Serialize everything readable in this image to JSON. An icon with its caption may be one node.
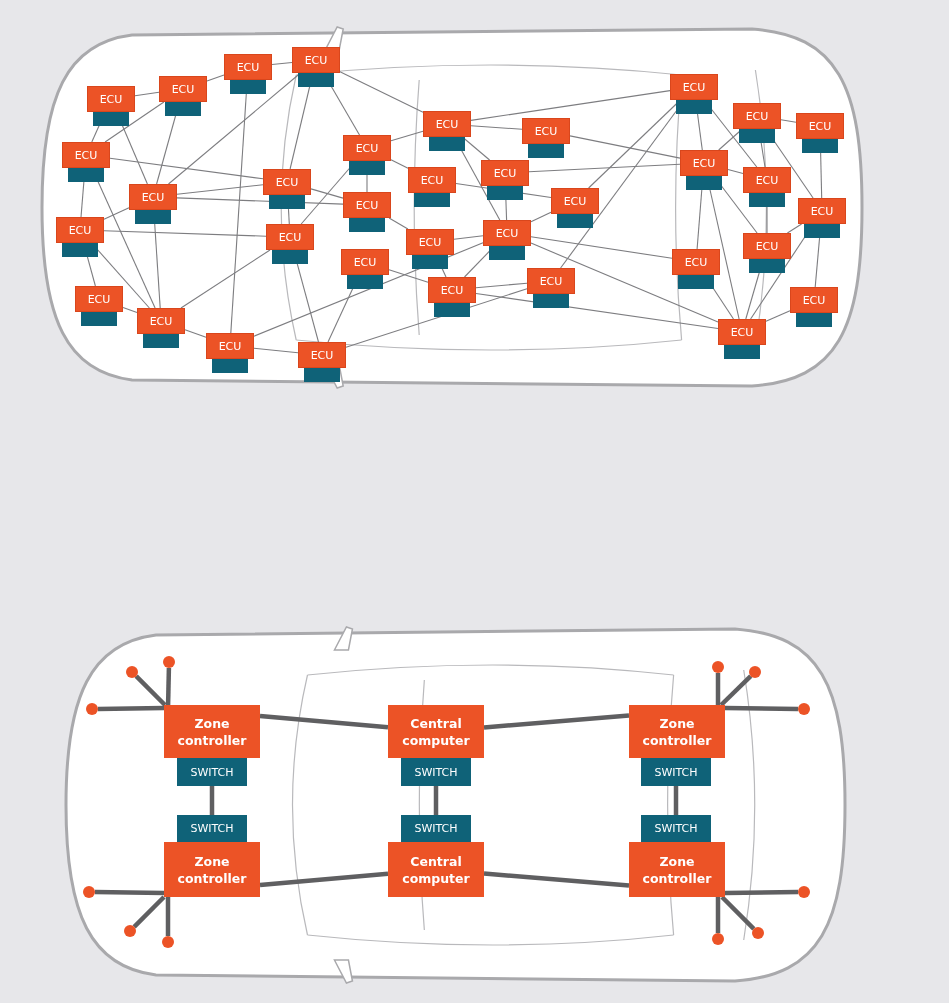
{
  "diagram": {
    "nodes": [
      {
        "text": [
          "ECU"
        ]
      },
      {
        "text": [
          "ECU"
        ]
      },
      {
        "text": [
          "ECU"
        ]
      },
      {
        "text": [
          "ECU"
        ]
      },
      {
        "text": [
          "ECU"
        ]
      },
      {
        "text": [
          "ECU"
        ]
      },
      {
        "text": [
          "ECU"
        ]
      },
      {
        "text": [
          "ECU"
        ]
      },
      {
        "text": [
          "ECU"
        ]
      },
      {
        "text": [
          "ECU"
        ]
      },
      {
        "text": [
          "ECU"
        ]
      },
      {
        "text": [
          "ECU"
        ]
      },
      {
        "text": [
          "ECU"
        ]
      },
      {
        "text": [
          "ECU"
        ]
      },
      {
        "text": [
          "ECU"
        ]
      },
      {
        "text": [
          "ECU"
        ]
      },
      {
        "text": [
          "ECU"
        ]
      },
      {
        "text": [
          "ECU"
        ]
      },
      {
        "text": [
          "ECU"
        ]
      },
      {
        "text": [
          "ECU"
        ]
      },
      {
        "text": [
          "ECU"
        ]
      },
      {
        "text": [
          "ECU"
        ]
      },
      {
        "text": [
          "ECU"
        ]
      },
      {
        "text": [
          "ECU"
        ]
      },
      {
        "text": [
          "ECU"
        ]
      },
      {
        "text": [
          "ECU"
        ]
      },
      {
        "text": [
          "ECU"
        ]
      },
      {
        "text": [
          "ECU"
        ]
      },
      {
        "text": [
          "ECU"
        ]
      },
      {
        "text": [
          "ECU"
        ]
      },
      {
        "text": [
          "ECU"
        ]
      },
      {
        "text": [
          "ECU"
        ]
      },
      {
        "text": [
          "ECU"
        ]
      },
      {
        "text": [
          "ECU"
        ]
      },
      {
        "text": [
          "ECU"
        ]
      },
      {
        "text": [
          "Zone controller"
        ]
      },
      {
        "text": [
          "Central computer"
        ]
      },
      {
        "text": [
          "Zone controller"
        ]
      },
      {
        "text": [
          "SWITCH"
        ]
      },
      {
        "text": [
          "SWITCH"
        ]
      },
      {
        "text": [
          "SWITCH"
        ]
      },
      {
        "text": [
          "SWITCH"
        ]
      },
      {
        "text": [
          "SWITCH"
        ]
      },
      {
        "text": [
          "SWITCH"
        ]
      },
      {
        "text": [
          "Zone controller"
        ]
      },
      {
        "text": [
          "Central computer"
        ]
      },
      {
        "text": [
          "Zone controller"
        ]
      },
      {
        "text": [],
        "shape": "circle"
      },
      {
        "text": [],
        "shape": "circle"
      },
      {
        "text": [],
        "shape": "circle"
      },
      {
        "text": [],
        "shape": "circle"
      },
      {
        "text": [],
        "shape": "circle"
      },
      {
        "text": [],
        "shape": "circle"
      },
      {
        "text": [],
        "shape": "circle"
      },
      {
        "text": [],
        "shape": "circle"
      },
      {
        "text": [],
        "shape": "circle"
      },
      {
        "text": [],
        "shape": "circle"
      },
      {
        "text": [],
        "shape": "circle"
      },
      {
        "text": [],
        "shape": "circle"
      }
    ],
    "edges": [
      {
        "from": 0,
        "to": 1,
        "arrow": "none"
      },
      {
        "from": 1,
        "to": 2,
        "arrow": "none"
      },
      {
        "from": 2,
        "to": 3,
        "arrow": "none"
      },
      {
        "from": 0,
        "to": 4,
        "arrow": "none"
      },
      {
        "from": 1,
        "to": 4,
        "arrow": "none"
      },
      {
        "from": 0,
        "to": 5,
        "arrow": "none"
      },
      {
        "from": 1,
        "to": 5,
        "arrow": "none"
      },
      {
        "from": 3,
        "to": 5,
        "arrow": "none"
      },
      {
        "from": 4,
        "to": 6,
        "arrow": "none"
      },
      {
        "from": 4,
        "to": 8,
        "arrow": "none"
      },
      {
        "from": 4,
        "to": 10,
        "arrow": "none"
      },
      {
        "from": 5,
        "to": 6,
        "arrow": "none"
      },
      {
        "from": 5,
        "to": 10,
        "arrow": "none"
      },
      {
        "from": 5,
        "to": 14,
        "arrow": "none"
      },
      {
        "from": 5,
        "to": 8,
        "arrow": "none"
      },
      {
        "from": 6,
        "to": 11,
        "arrow": "none"
      },
      {
        "from": 6,
        "to": 7,
        "arrow": "none"
      },
      {
        "from": 6,
        "to": 8,
        "arrow": "none"
      },
      {
        "from": 7,
        "to": 8,
        "arrow": "none"
      },
      {
        "from": 8,
        "to": 9,
        "arrow": "none"
      },
      {
        "from": 8,
        "to": 11,
        "arrow": "none"
      },
      {
        "from": 2,
        "to": 9,
        "arrow": "none"
      },
      {
        "from": 3,
        "to": 10,
        "arrow": "none"
      },
      {
        "from": 3,
        "to": 13,
        "arrow": "none"
      },
      {
        "from": 3,
        "to": 16,
        "arrow": "none"
      },
      {
        "from": 10,
        "to": 11,
        "arrow": "none"
      },
      {
        "from": 10,
        "to": 14,
        "arrow": "none"
      },
      {
        "from": 11,
        "to": 13,
        "arrow": "none"
      },
      {
        "from": 11,
        "to": 12,
        "arrow": "none"
      },
      {
        "from": 9,
        "to": 12,
        "arrow": "none"
      },
      {
        "from": 9,
        "to": 21,
        "arrow": "none"
      },
      {
        "from": 12,
        "to": 15,
        "arrow": "none"
      },
      {
        "from": 12,
        "to": 24,
        "arrow": "none"
      },
      {
        "from": 13,
        "to": 16,
        "arrow": "none"
      },
      {
        "from": 13,
        "to": 14,
        "arrow": "none"
      },
      {
        "from": 13,
        "to": 17,
        "arrow": "none"
      },
      {
        "from": 14,
        "to": 18,
        "arrow": "none"
      },
      {
        "from": 16,
        "to": 22,
        "arrow": "none"
      },
      {
        "from": 16,
        "to": 20,
        "arrow": "none"
      },
      {
        "from": 16,
        "to": 21,
        "arrow": "none"
      },
      {
        "from": 16,
        "to": 25,
        "arrow": "none"
      },
      {
        "from": 17,
        "to": 23,
        "arrow": "none"
      },
      {
        "from": 18,
        "to": 19,
        "arrow": "none"
      },
      {
        "from": 20,
        "to": 21,
        "arrow": "none"
      },
      {
        "from": 21,
        "to": 23,
        "arrow": "none"
      },
      {
        "from": 21,
        "to": 19,
        "arrow": "none"
      },
      {
        "from": 21,
        "to": 18,
        "arrow": "none"
      },
      {
        "from": 21,
        "to": 31,
        "arrow": "none"
      },
      {
        "from": 21,
        "to": 34,
        "arrow": "none"
      },
      {
        "from": 19,
        "to": 24,
        "arrow": "none"
      },
      {
        "from": 20,
        "to": 28,
        "arrow": "none"
      },
      {
        "from": 22,
        "to": 28,
        "arrow": "none"
      },
      {
        "from": 23,
        "to": 25,
        "arrow": "none"
      },
      {
        "from": 24,
        "to": 25,
        "arrow": "none"
      },
      {
        "from": 15,
        "to": 19,
        "arrow": "none"
      },
      {
        "from": 25,
        "to": 28,
        "arrow": "none"
      },
      {
        "from": 25,
        "to": 29,
        "arrow": "none"
      },
      {
        "from": 26,
        "to": 28,
        "arrow": "none"
      },
      {
        "from": 26,
        "to": 27,
        "arrow": "none"
      },
      {
        "from": 26,
        "to": 29,
        "arrow": "none"
      },
      {
        "from": 26,
        "to": 30,
        "arrow": "none"
      },
      {
        "from": 27,
        "to": 30,
        "arrow": "none"
      },
      {
        "from": 28,
        "to": 31,
        "arrow": "none"
      },
      {
        "from": 28,
        "to": 34,
        "arrow": "none"
      },
      {
        "from": 28,
        "to": 32,
        "arrow": "none"
      },
      {
        "from": 28,
        "to": 29,
        "arrow": "none"
      },
      {
        "from": 29,
        "to": 32,
        "arrow": "none"
      },
      {
        "from": 30,
        "to": 32,
        "arrow": "none"
      },
      {
        "from": 30,
        "to": 33,
        "arrow": "none"
      },
      {
        "from": 30,
        "to": 34,
        "arrow": "none"
      },
      {
        "from": 31,
        "to": 34,
        "arrow": "none"
      },
      {
        "from": 32,
        "to": 34,
        "arrow": "none"
      },
      {
        "from": 33,
        "to": 34,
        "arrow": "none"
      },
      {
        "from": 19,
        "to": 34,
        "arrow": "none"
      },
      {
        "from": 35,
        "to": 36,
        "arrow": "none",
        "style": "thick"
      },
      {
        "from": 36,
        "to": 37,
        "arrow": "none",
        "style": "thick"
      },
      {
        "from": 44,
        "to": 45,
        "arrow": "none",
        "style": "thick"
      },
      {
        "from": 45,
        "to": 46,
        "arrow": "none",
        "style": "thick"
      },
      {
        "from": 38,
        "to": 41,
        "arrow": "none",
        "style": "thick"
      },
      {
        "from": 39,
        "to": 42,
        "arrow": "none",
        "style": "thick"
      },
      {
        "from": 40,
        "to": 43,
        "arrow": "none",
        "style": "thick"
      },
      {
        "from": 35,
        "to": 47,
        "arrow": "none",
        "style": "thick"
      },
      {
        "from": 35,
        "to": 48,
        "arrow": "none",
        "style": "thick"
      },
      {
        "from": 35,
        "to": 49,
        "arrow": "none",
        "style": "thick"
      },
      {
        "from": 37,
        "to": 50,
        "arrow": "none",
        "style": "thick"
      },
      {
        "from": 37,
        "to": 51,
        "arrow": "none",
        "style": "thick"
      },
      {
        "from": 37,
        "to": 52,
        "arrow": "none",
        "style": "thick"
      },
      {
        "from": 44,
        "to": 53,
        "arrow": "none",
        "style": "thick"
      },
      {
        "from": 44,
        "to": 54,
        "arrow": "none",
        "style": "thick"
      },
      {
        "from": 44,
        "to": 55,
        "arrow": "none",
        "style": "thick"
      },
      {
        "from": 46,
        "to": 56,
        "arrow": "none",
        "style": "thick"
      },
      {
        "from": 46,
        "to": 57,
        "arrow": "none",
        "style": "thick"
      },
      {
        "from": 46,
        "to": 58,
        "arrow": "none",
        "style": "thick"
      }
    ]
  }
}
